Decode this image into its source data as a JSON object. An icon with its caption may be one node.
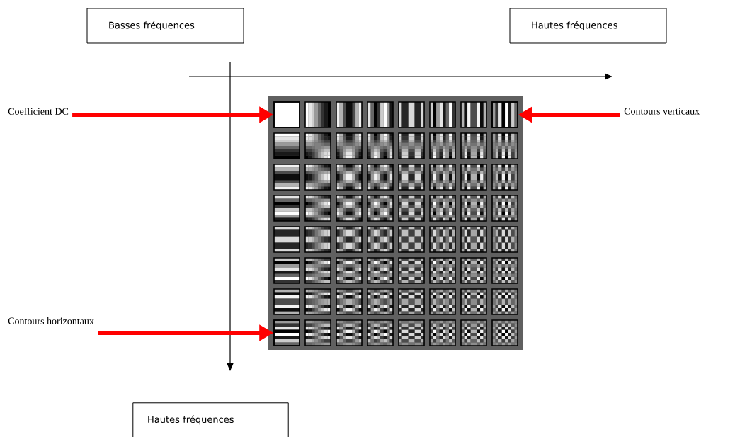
{
  "diagram": {
    "nodes": [
      {
        "text": [
          "Basses fréquences"
        ]
      },
      {
        "text": [
          "Hautes fréquences"
        ]
      },
      {
        "text": [
          "Coefficient DC"
        ]
      },
      {
        "text": [],
        "shape": "picture"
      },
      {
        "text": [],
        "shape": "box",
        "in": 3
      },
      {
        "text": [],
        "shape": "box",
        "in": 3
      },
      {
        "text": [
          "Contours verticaux"
        ]
      },
      {
        "text": [
          "Contours horizontaux"
        ]
      },
      {
        "text": [],
        "shape": "box",
        "in": 3
      },
      {
        "text": [
          "Hautes fréquences"
        ]
      }
    ],
    "edges": [
      {
        "from": 2,
        "to": 4,
        "arrow": "to"
      },
      {
        "from": 6,
        "to": 5,
        "arrow": "to"
      },
      {
        "from": 7,
        "to": 8,
        "arrow": "to"
      }
    ]
  }
}
